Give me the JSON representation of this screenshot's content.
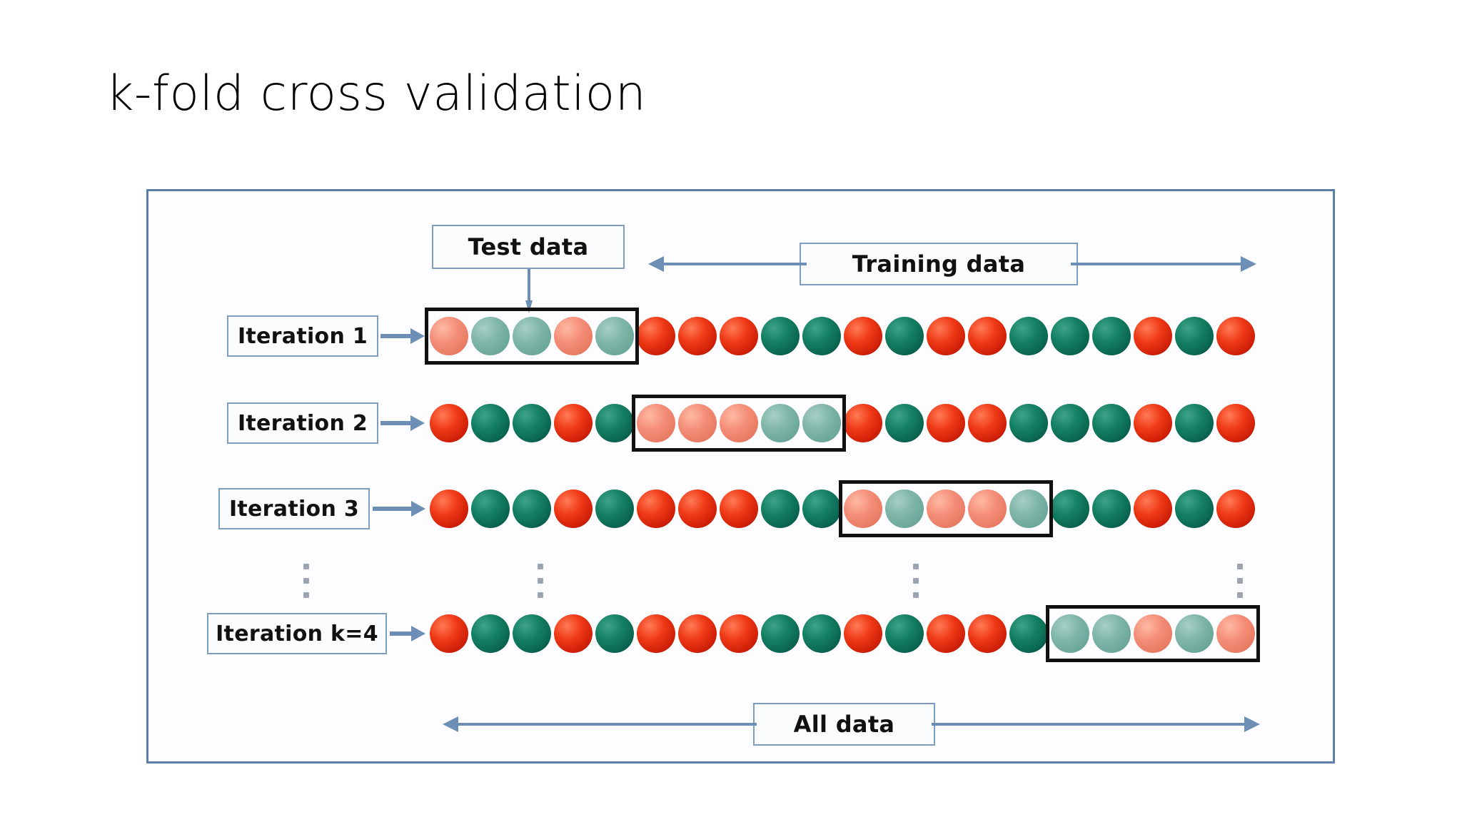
{
  "slide": {
    "title": "k-fold cross validation",
    "background": "#ffffff"
  },
  "colors": {
    "panel_border": "#5b7ea6",
    "caption_border": "#7d9cc0",
    "arrow": "#6e8fb5",
    "fold_box": "#111111",
    "ball_red": "#ef3a16",
    "ball_teal": "#148063",
    "ball_red_faded": "#f48e78",
    "ball_teal_faded": "#7fb6a8"
  },
  "labels": {
    "test_data": "Test data",
    "training_data": "Training data",
    "all_data": "All data"
  },
  "diagram": {
    "total_balls": 20,
    "fold_size": 5,
    "k": 4,
    "rows": [
      {
        "label": "Iteration 1",
        "fold_index": 0,
        "balls": [
          "red",
          "teal",
          "teal",
          "red",
          "teal",
          "red",
          "red",
          "red",
          "teal",
          "teal",
          "red",
          "teal",
          "red",
          "red",
          "teal",
          "teal",
          "teal",
          "red",
          "teal",
          "red"
        ]
      },
      {
        "label": "Iteration 2",
        "fold_index": 1,
        "balls": [
          "red",
          "teal",
          "teal",
          "red",
          "teal",
          "red",
          "red",
          "red",
          "teal",
          "teal",
          "red",
          "teal",
          "red",
          "red",
          "teal",
          "teal",
          "teal",
          "red",
          "teal",
          "red"
        ]
      },
      {
        "label": "Iteration 3",
        "fold_index": 2,
        "balls": [
          "red",
          "teal",
          "teal",
          "red",
          "teal",
          "red",
          "red",
          "red",
          "teal",
          "teal",
          "red",
          "teal",
          "red",
          "red",
          "teal",
          "teal",
          "teal",
          "red",
          "teal",
          "red"
        ]
      },
      {
        "label": "Iteration k=4",
        "fold_index": 3,
        "balls": [
          "red",
          "teal",
          "teal",
          "red",
          "teal",
          "red",
          "red",
          "red",
          "teal",
          "teal",
          "red",
          "teal",
          "red",
          "red",
          "teal",
          "teal",
          "teal",
          "red",
          "teal",
          "red"
        ]
      }
    ],
    "ellipsis_marker": "vertical-dots"
  },
  "chart_data": {
    "type": "diagram",
    "title": "k-fold cross validation",
    "k": 4,
    "fold_size": 5,
    "total_samples": 20,
    "annotations": [
      "Test data",
      "Training data",
      "All data"
    ],
    "iterations": [
      {
        "name": "Iteration 1",
        "test_fold_start": 1,
        "test_fold_end": 5
      },
      {
        "name": "Iteration 2",
        "test_fold_start": 6,
        "test_fold_end": 10
      },
      {
        "name": "Iteration 3",
        "test_fold_start": 11,
        "test_fold_end": 15
      },
      {
        "name": "Iteration k=4",
        "test_fold_start": 16,
        "test_fold_end": 20
      }
    ]
  }
}
